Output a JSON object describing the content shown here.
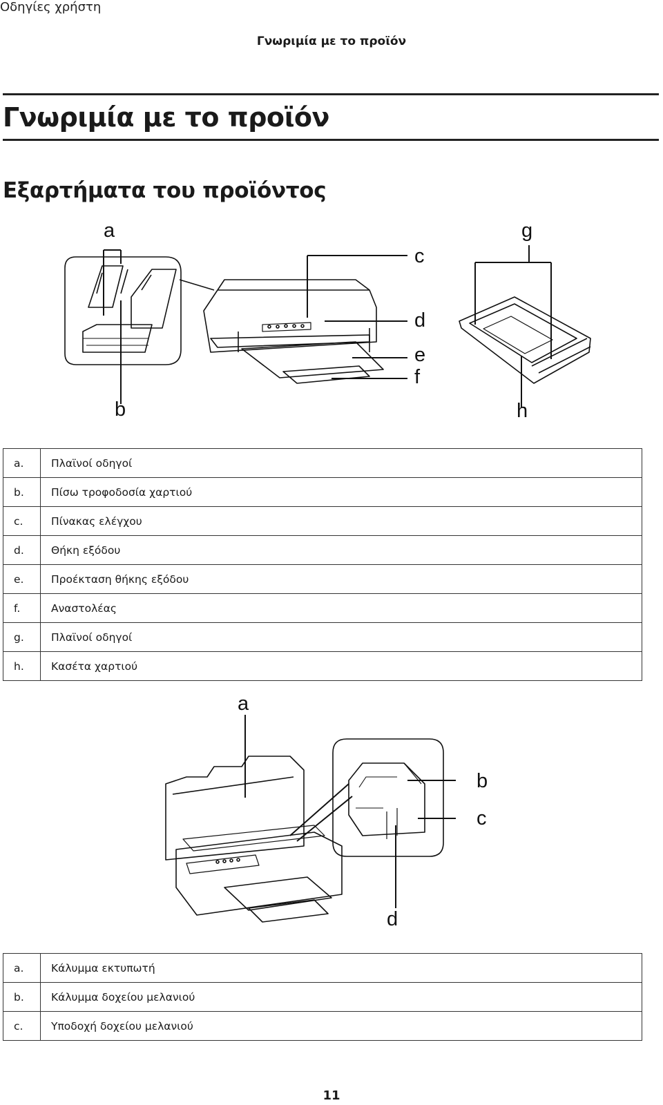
{
  "header": {
    "doc_label": "Οδηγίες χρήστη",
    "running_title": "Γνωριμία με το προϊόν"
  },
  "page": {
    "title": "Γνωριμία με το προϊόν",
    "section_title": "Εξαρτήματα του προϊόντος",
    "number": "11"
  },
  "figure1": {
    "callouts": [
      "a",
      "b",
      "c",
      "d",
      "e",
      "f",
      "g",
      "h"
    ]
  },
  "table1": {
    "rows": [
      {
        "key": "a.",
        "value": "Πλαϊνοί οδηγοί"
      },
      {
        "key": "b.",
        "value": "Πίσω τροφοδοσία χαρτιού"
      },
      {
        "key": "c.",
        "value": "Πίνακας ελέγχου"
      },
      {
        "key": "d.",
        "value": "Θήκη εξόδου"
      },
      {
        "key": "e.",
        "value": "Προέκταση θήκης εξόδου"
      },
      {
        "key": "f.",
        "value": "Αναστολέας"
      },
      {
        "key": "g.",
        "value": "Πλαϊνοί οδηγοί"
      },
      {
        "key": "h.",
        "value": "Κασέτα χαρτιού"
      }
    ]
  },
  "figure2": {
    "callouts": [
      "a",
      "b",
      "c",
      "d"
    ]
  },
  "table2": {
    "rows": [
      {
        "key": "a.",
        "value": "Κάλυμμα εκτυπωτή"
      },
      {
        "key": "b.",
        "value": "Κάλυμμα δοχείου μελανιού"
      },
      {
        "key": "c.",
        "value": "Υποδοχή δοχείου μελανιού"
      }
    ]
  }
}
